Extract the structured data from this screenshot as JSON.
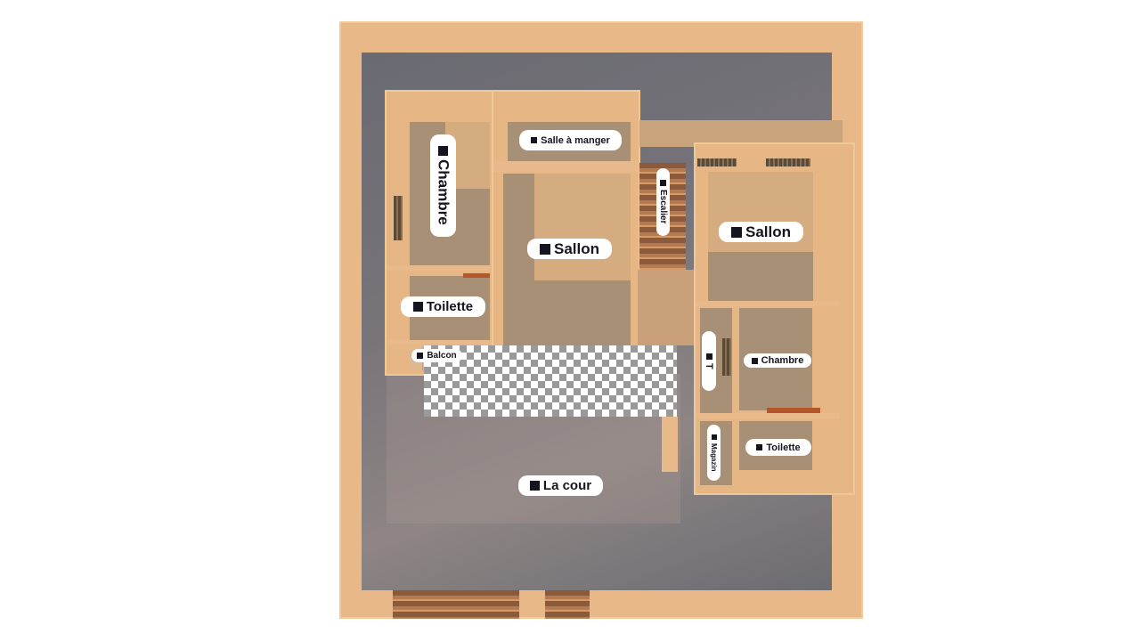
{
  "floorplan": {
    "rooms": [
      {
        "id": "chambre-left",
        "label": "Chambre"
      },
      {
        "id": "salle-a-manger",
        "label": "Salle à manger"
      },
      {
        "id": "sallon-left",
        "label": "Sallon"
      },
      {
        "id": "toilette-left",
        "label": "Toilette"
      },
      {
        "id": "balcon",
        "label": "Balcon"
      },
      {
        "id": "escalier",
        "label": "Escalier"
      },
      {
        "id": "sallon-right",
        "label": "Sallon"
      },
      {
        "id": "t",
        "label": "T"
      },
      {
        "id": "chambre-right",
        "label": "Chambre"
      },
      {
        "id": "magazin",
        "label": "Magazin"
      },
      {
        "id": "toilette-right",
        "label": "Toilette"
      },
      {
        "id": "la-cour",
        "label": "La cour"
      }
    ],
    "colors": {
      "wall": "#e9b888",
      "floor": "#a89076",
      "ground": "#6e6e74",
      "label_bg": "#ffffff",
      "label_text": "#15151f"
    }
  }
}
